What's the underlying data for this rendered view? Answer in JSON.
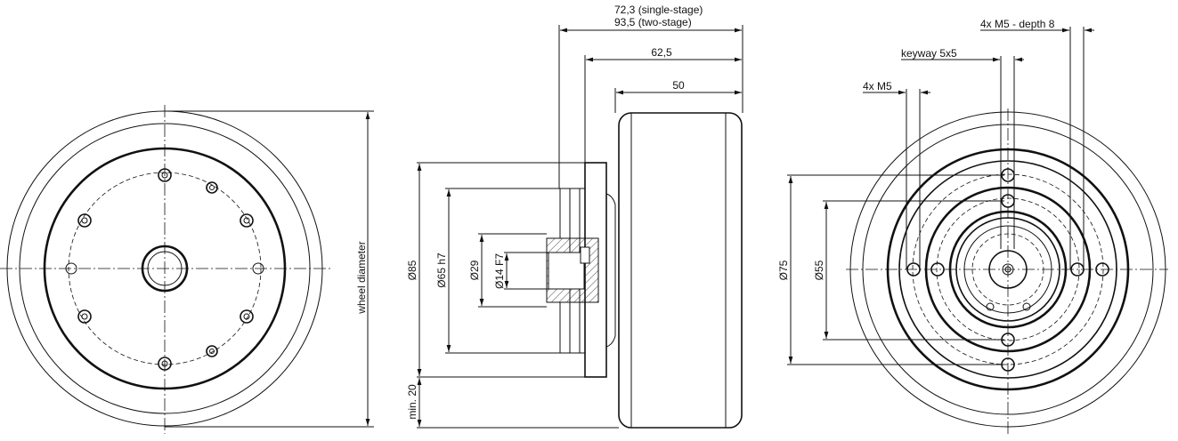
{
  "dimensions": {
    "wheel_diameter": "wheel diameter",
    "length_single": "72,3  (single-stage)",
    "length_two": "93,5 (two-stage)",
    "flange_length": "62,5",
    "wheel_width": "50",
    "d85": "Ø85",
    "d65": "Ø65 h7",
    "d29": "Ø29",
    "d14": "Ø14 F7",
    "min20": "min. 20",
    "d75": "Ø75",
    "d55": "Ø55",
    "m5": "4x M5",
    "keyway": "keyway 5x5",
    "m5_depth": "4x M5 - depth 8"
  }
}
